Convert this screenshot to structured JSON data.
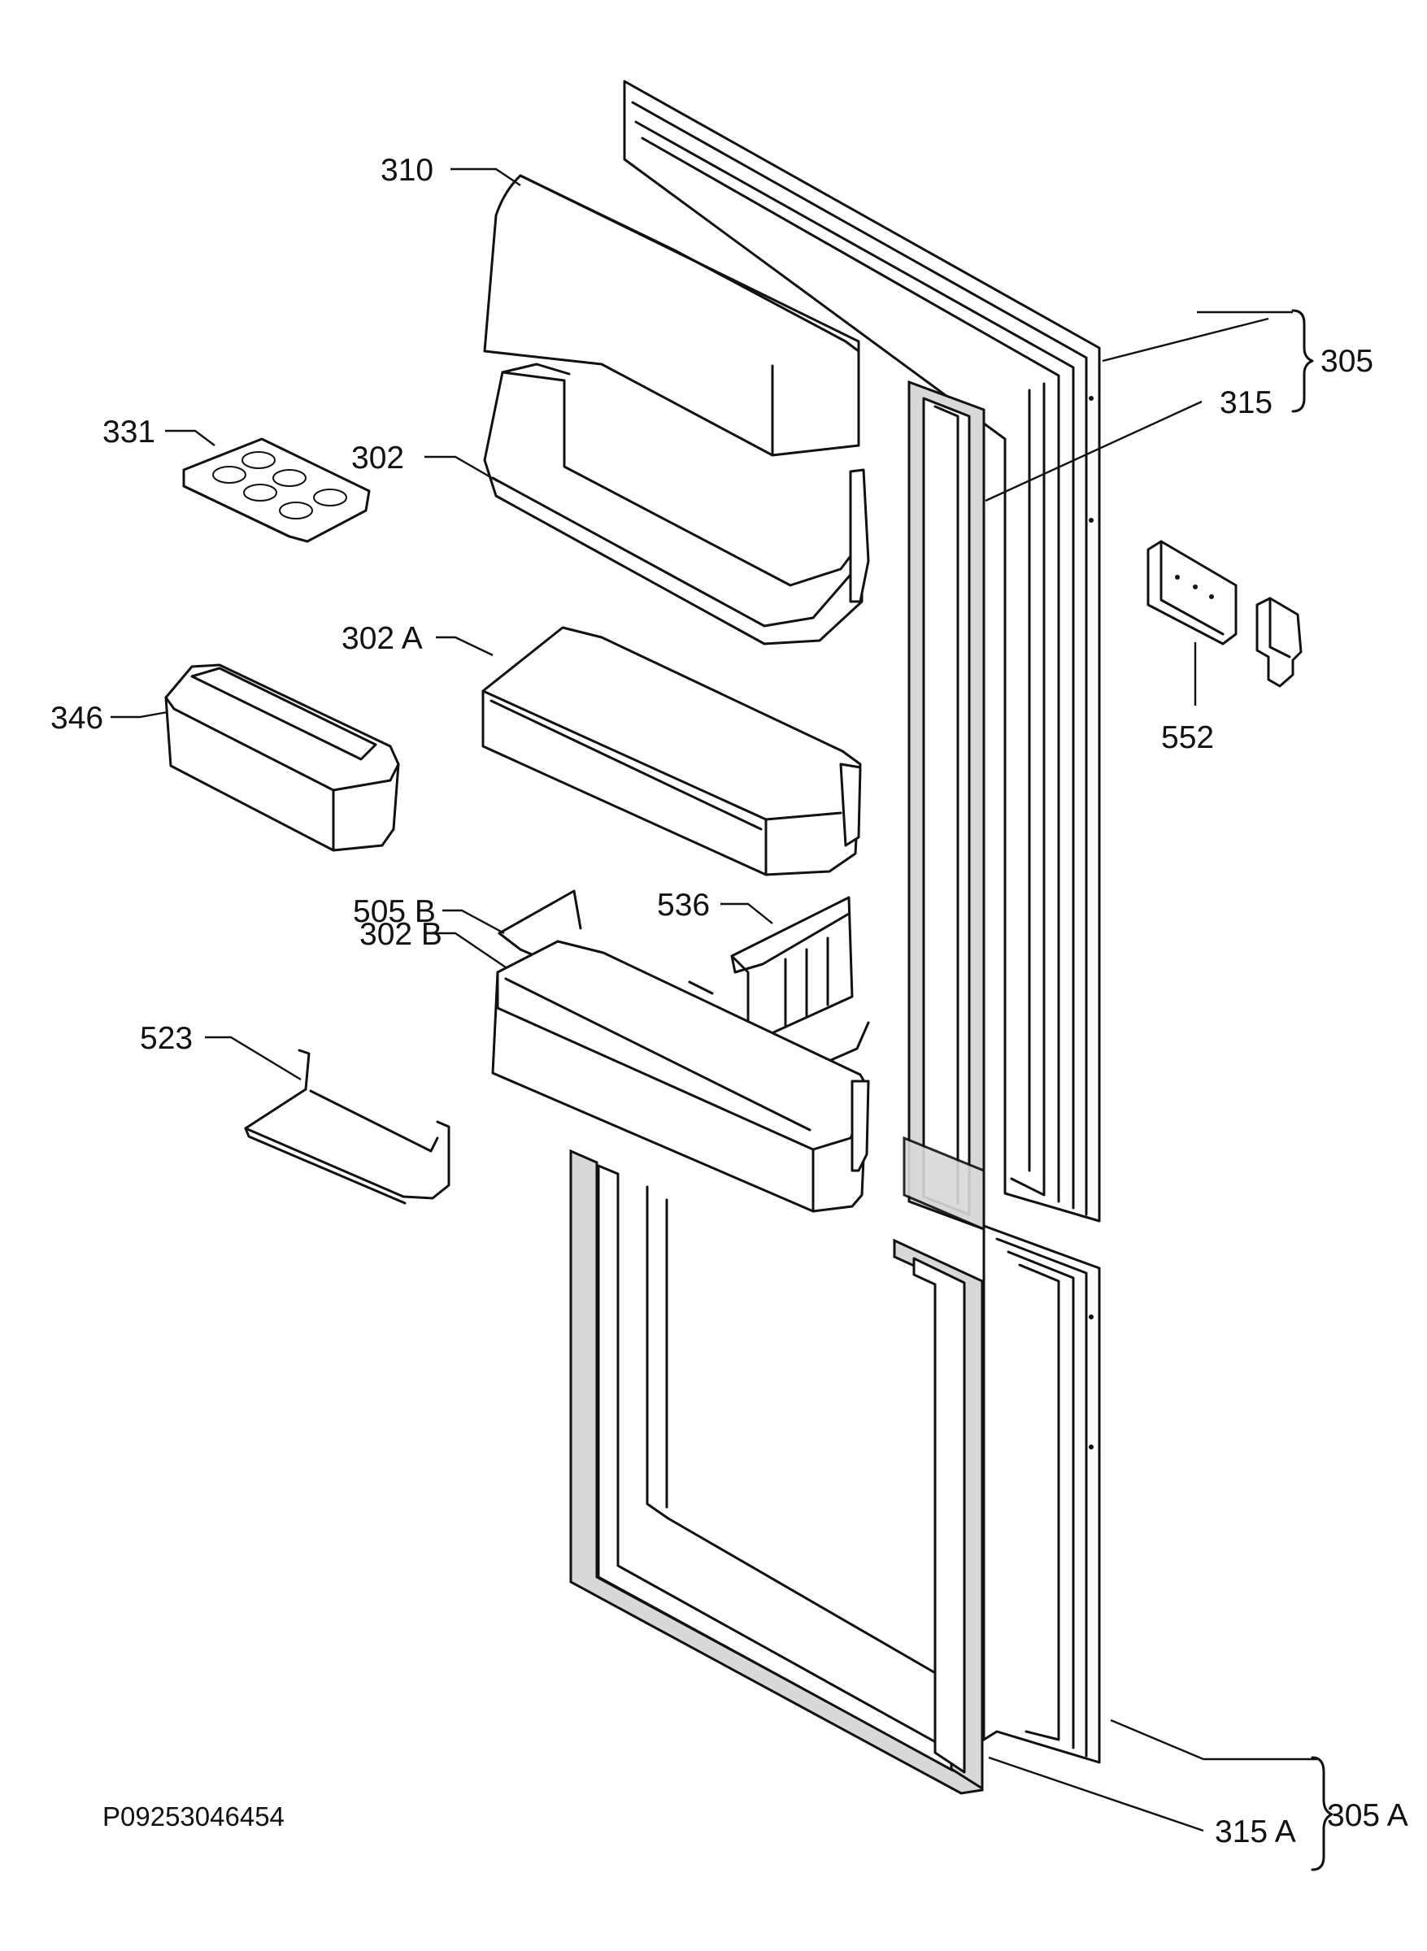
{
  "diagram": {
    "code": "P09253046454",
    "parts": {
      "p310": "310",
      "p305": "305",
      "p315": "315",
      "p331": "331",
      "p302": "302",
      "p302a": "302 A",
      "p346": "346",
      "p552": "552",
      "p505b": "505 B",
      "p536": "536",
      "p302b": "302 B",
      "p523": "523",
      "p305a": "305 A",
      "p315a": "315 A"
    }
  }
}
